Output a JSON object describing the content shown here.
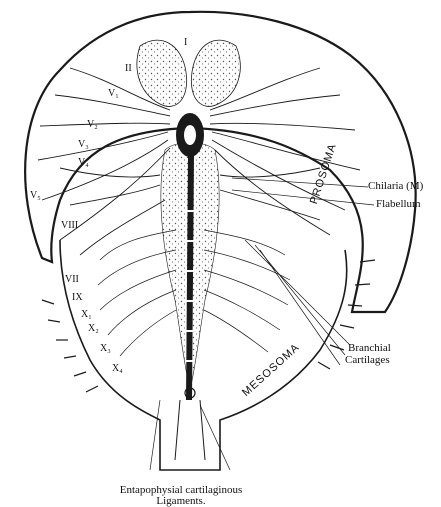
{
  "figure": {
    "labels": {
      "I": "I",
      "II": "II",
      "V1": "V₁",
      "V2": "V₂",
      "V3": "V₃",
      "V4": "V₄",
      "V5": "V₅",
      "VIII": "VIII",
      "VII": "VII",
      "IX": "IX",
      "X1": "X₁",
      "X2": "X₂",
      "X3": "X₃",
      "X4": "X₄",
      "prosoma": "PROSOMA",
      "mesosoma": "MESOSOMA",
      "chilaria": "Chilaria (M)",
      "flabellum": "Flabellum",
      "branchial1": "Branchial",
      "branchial2": "Cartilages",
      "entapophysial1": "Entapophysial cartilaginous",
      "entapophysial2": "Ligaments."
    },
    "colors": {
      "ink": "#1a1a1a",
      "paper": "#ffffff",
      "stipple": "#8a8a8a"
    }
  }
}
